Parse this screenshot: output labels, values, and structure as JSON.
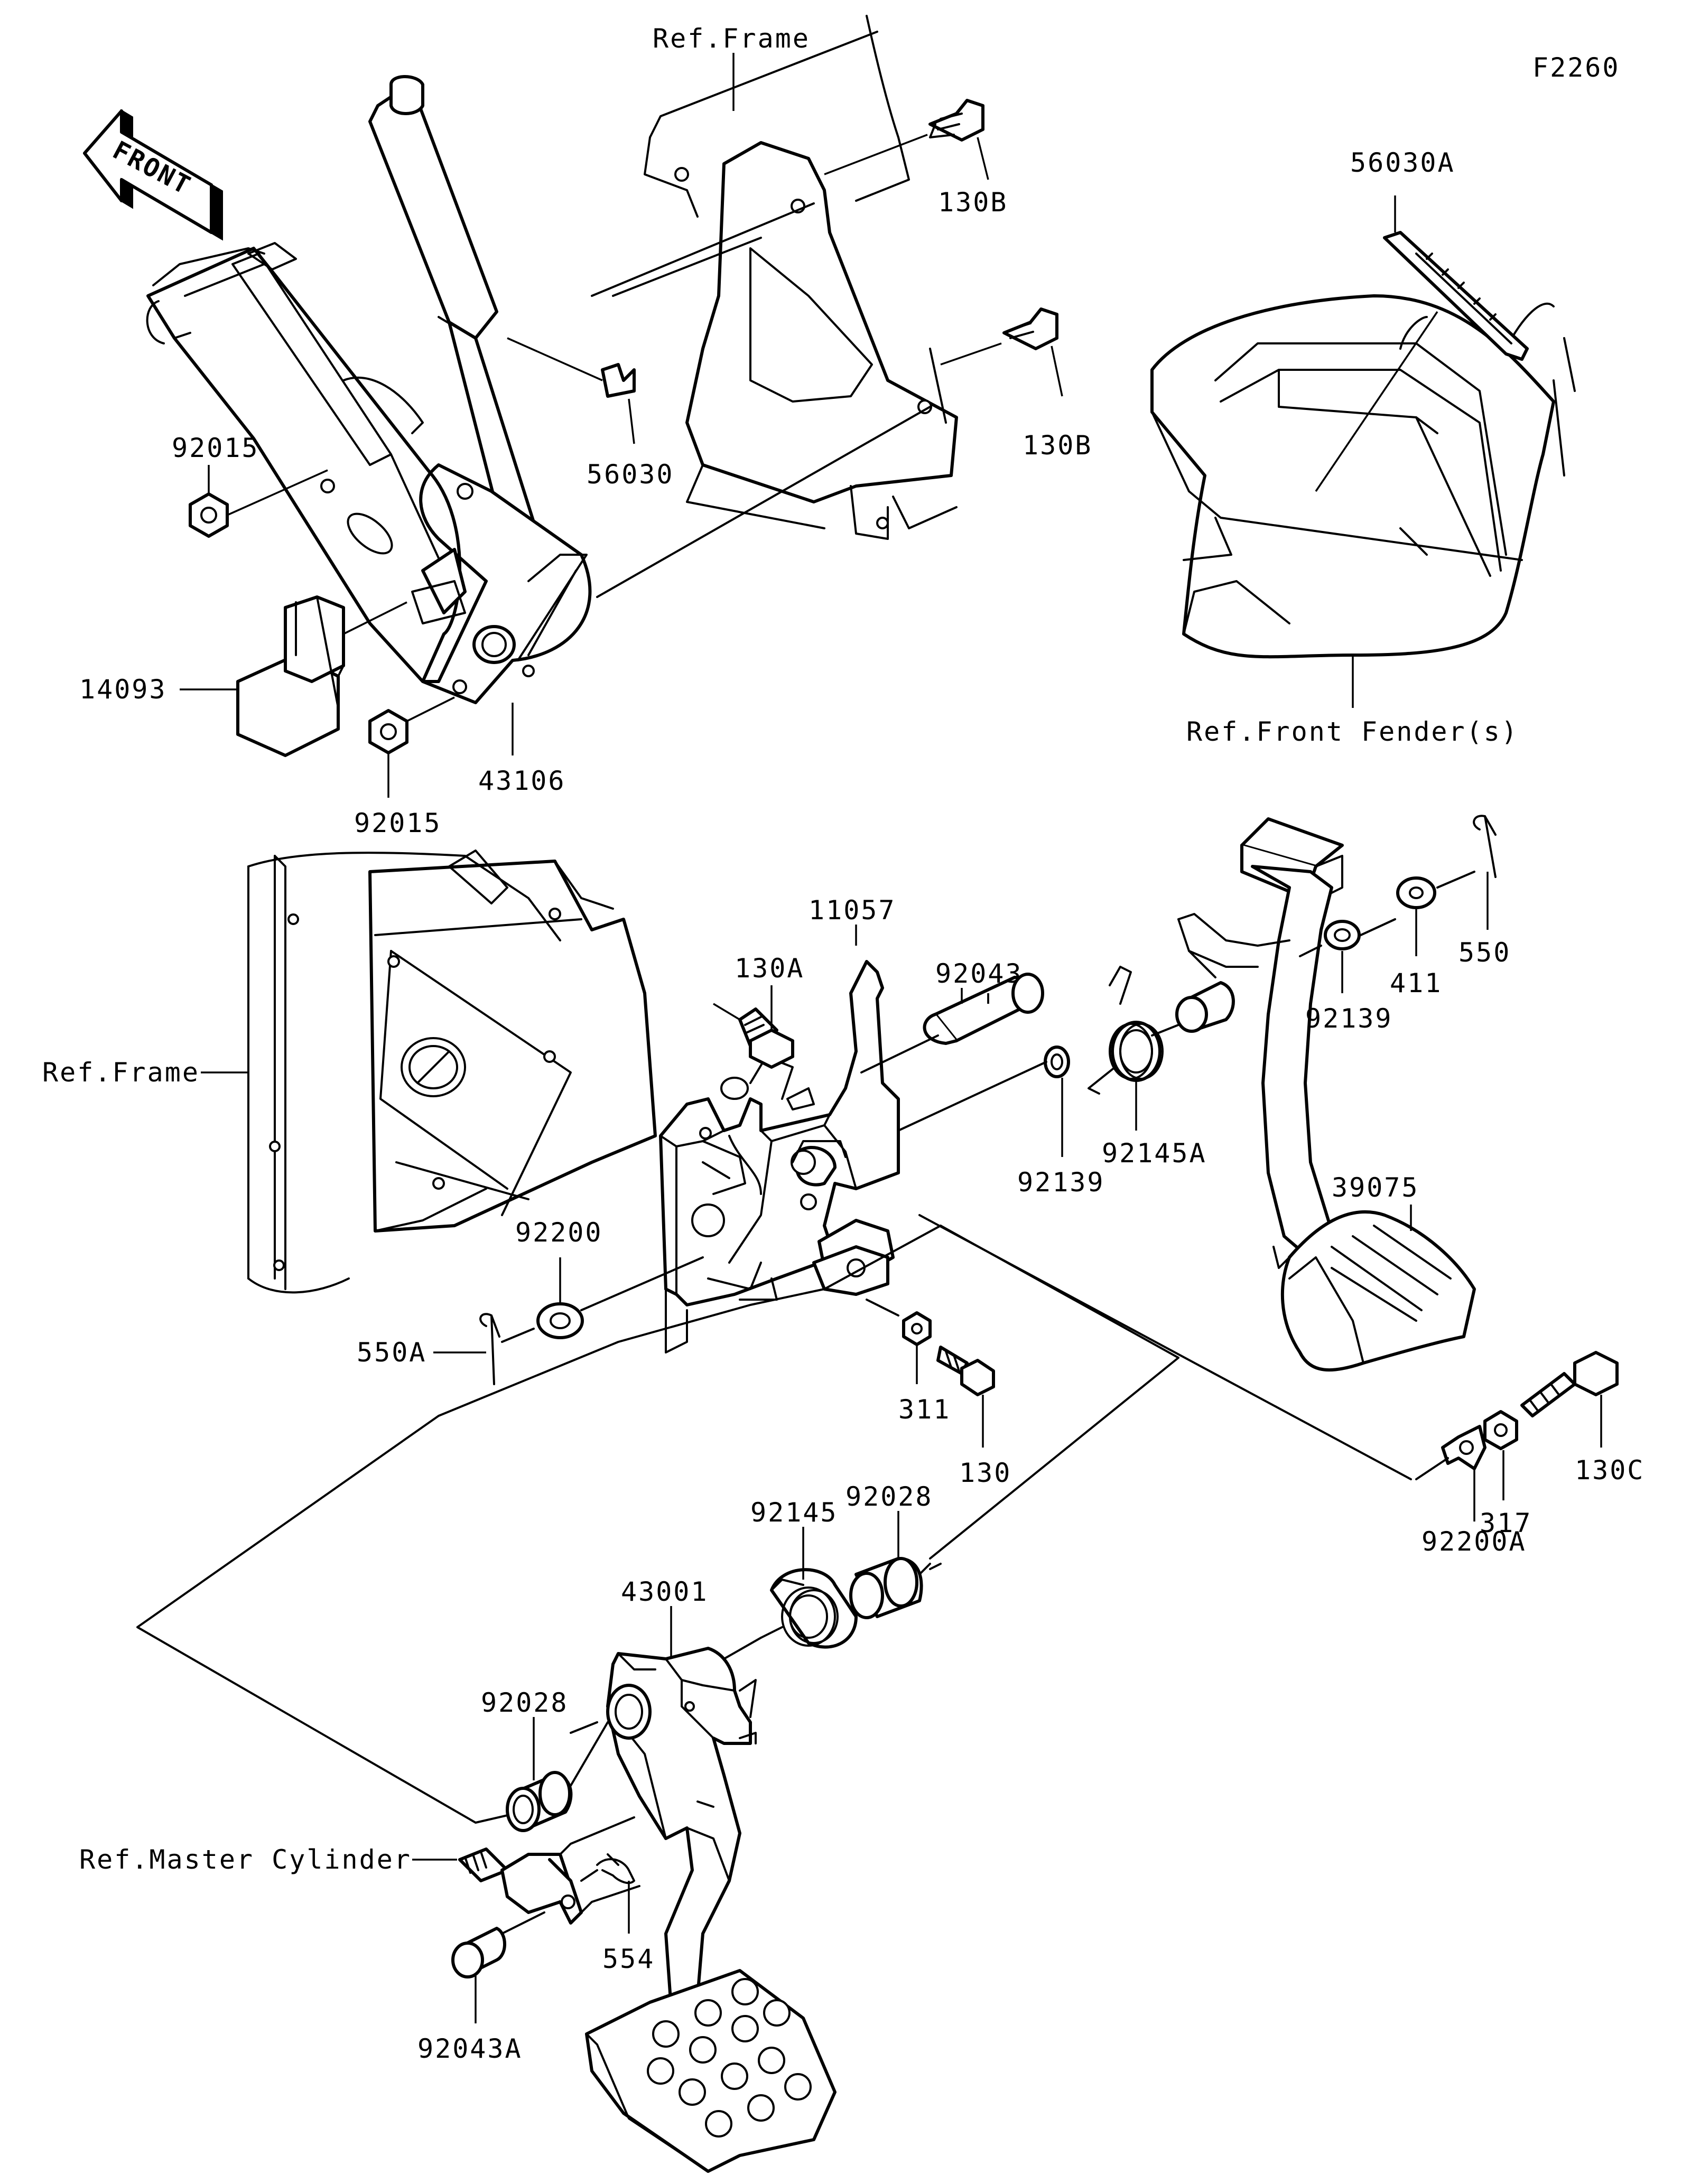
{
  "figure_id": "F2260",
  "front_arrow_text": "FRONT",
  "ref_labels": {
    "frame_top": "Ref.Frame",
    "frame_left": "Ref.Frame",
    "front_fender": "Ref.Front Fender(s)",
    "master_cylinder": "Ref.Master Cylinder"
  },
  "parts": {
    "p130B_upper": "130B",
    "p130B_lower": "130B",
    "p56030A": "56030A",
    "p56030": "56030",
    "p92015_upper": "92015",
    "p92015_lower": "92015",
    "p14093": "14093",
    "p43106": "43106",
    "p11057": "11057",
    "p130A": "130A",
    "p92043": "92043",
    "p92145A": "92145A",
    "p92139_mid": "92139",
    "p92139_right": "92139",
    "p411": "411",
    "p550": "550",
    "p39075": "39075",
    "p92200": "92200",
    "p550A": "550A",
    "p311": "311",
    "p130": "130",
    "p130C": "130C",
    "p317": "317",
    "p92200A": "92200A",
    "p92145": "92145",
    "p92028_upper": "92028",
    "p43001": "43001",
    "p92028_lower": "92028",
    "p554": "554",
    "p92043A": "92043A"
  }
}
